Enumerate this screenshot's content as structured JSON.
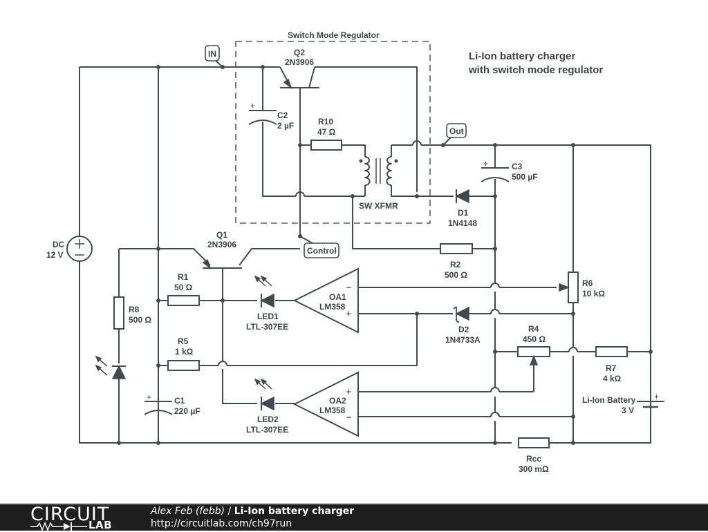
{
  "diagram": {
    "title_line1": "Li-Ion battery charger",
    "title_line2": "with switch mode regulator",
    "group_label": "Switch Mode Regulator",
    "net_labels": {
      "in": "IN",
      "out": "Out",
      "control": "Control"
    },
    "components": {
      "q2": {
        "ref": "Q2",
        "value": "2N3906"
      },
      "c2": {
        "ref": "C2",
        "value": "2 µF"
      },
      "r10": {
        "ref": "R10",
        "value": "47 Ω"
      },
      "xfmr": {
        "ref": "SW XFMR"
      },
      "c3": {
        "ref": "C3",
        "value": "500 µF"
      },
      "d1": {
        "ref": "D1",
        "value": "1N4148"
      },
      "dc": {
        "ref": "DC",
        "value": "12 V"
      },
      "q1": {
        "ref": "Q1",
        "value": "2N3906"
      },
      "r2": {
        "ref": "R2",
        "value": "500 Ω"
      },
      "r1": {
        "ref": "R1",
        "value": "50 Ω"
      },
      "led1": {
        "ref": "LED1",
        "value": "LTL-307EE"
      },
      "oa1": {
        "ref": "OA1",
        "value": "LM358"
      },
      "r6": {
        "ref": "R6",
        "value": "10 kΩ"
      },
      "r8": {
        "ref": "R8",
        "value": "500 Ω"
      },
      "d2": {
        "ref": "D2",
        "value": "1N4733A"
      },
      "r4": {
        "ref": "R4",
        "value": "450 Ω"
      },
      "r5": {
        "ref": "R5",
        "value": "1 kΩ"
      },
      "r7": {
        "ref": "R7",
        "value": "4 kΩ"
      },
      "c1": {
        "ref": "C1",
        "value": "220 µF"
      },
      "led2": {
        "ref": "LED2",
        "value": "LTL-307EE"
      },
      "oa2": {
        "ref": "OA2",
        "value": "LM358"
      },
      "battery": {
        "ref": "Li-Ion Battery",
        "value": "3 V"
      },
      "rcc": {
        "ref": "Rcc",
        "value": "300 mΩ"
      }
    },
    "symbols": {
      "plus": "+",
      "minus": "−"
    }
  },
  "footer": {
    "logo_top": "CIRCUIT",
    "logo_bottom": "LAB",
    "author": "Alex Feb (febb)",
    "separator": " / ",
    "title": "Li-Ion battery charger",
    "url": "http://circuitlab.com/ch97run"
  }
}
